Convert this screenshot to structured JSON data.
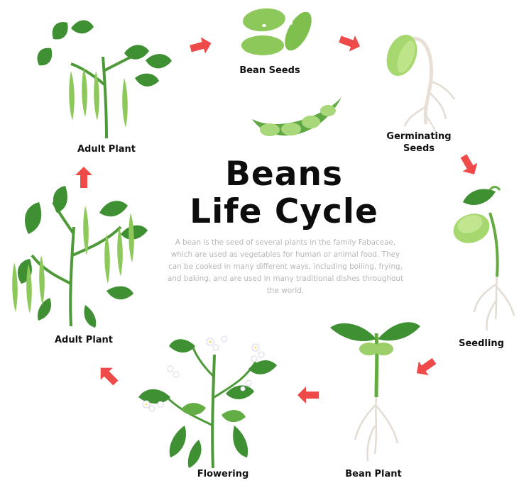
{
  "title": {
    "line1": "Beans",
    "line2": "Life Cycle"
  },
  "description": "A bean is the seed of several plants in the family Fabaceae, which are used as vegetables for human or animal food. They can be cooked in many different ways, including boiling, frying, and baking, and are used in many traditional dishes throughout the world.",
  "stages": {
    "bean_seeds": "Bean Seeds",
    "germinating": "Germinating\nSeeds",
    "seedling": "Seedling",
    "bean_plant": "Bean Plant",
    "flowering": "Flowering",
    "adult_plant_lower": "Adult Plant",
    "adult_plant_upper": "Adult Plant"
  },
  "colors": {
    "leaf": "#3f8f33",
    "leaf_light": "#6bb04a",
    "pod": "#8cc85a",
    "seed": "#b8e08a",
    "root": "#e3dcd2",
    "arrow": "#ee4a4a",
    "flower": "#ffffff",
    "flower_center": "#f0e060"
  },
  "icons": [
    "bean-seed-icon",
    "bean-pod-icon",
    "sprout-icon",
    "seedling-icon",
    "bean-plant-icon",
    "flowering-plant-icon",
    "adult-bean-plant-icon",
    "cycle-arrow-icon"
  ]
}
